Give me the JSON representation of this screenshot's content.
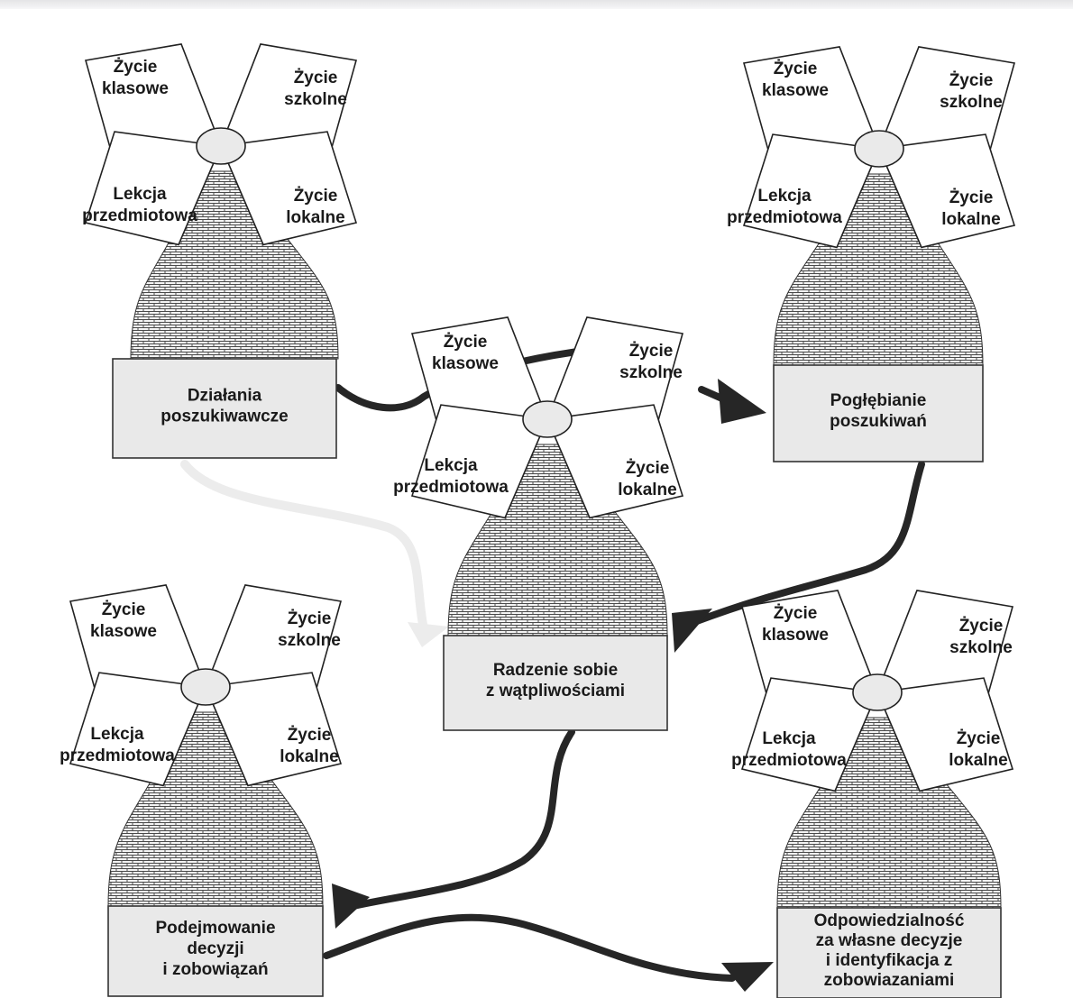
{
  "sail_labels": {
    "top_left": [
      "Życie",
      "klasowe"
    ],
    "top_right": [
      "Życie",
      "szkolne"
    ],
    "bottom_left": [
      "Lekcja",
      "przedmiotowa"
    ],
    "bottom_right": [
      "Życie",
      "lokalne"
    ]
  },
  "windmills": [
    {
      "id": "mill-1",
      "box": [
        "Działania",
        "poszukiwawcze"
      ]
    },
    {
      "id": "mill-2",
      "box": [
        "Pogłębianie",
        "poszukiwań"
      ]
    },
    {
      "id": "mill-3",
      "box": [
        "Radzenie sobie",
        "z wątpliwościami"
      ]
    },
    {
      "id": "mill-4",
      "box": [
        "Podejmowanie",
        "decyzji",
        "i zobowiązań"
      ]
    },
    {
      "id": "mill-5",
      "box": [
        "Odpowiedzialność",
        "za własne decyzje",
        "i identyfikacja z",
        "zobowiazaniami"
      ]
    }
  ],
  "flow": [
    {
      "from": "Działania poszukiwawcze",
      "to": "Pogłębianie poszukiwań"
    },
    {
      "from": "Pogłębianie poszukiwań",
      "to": "Radzenie sobie z wątpliwościami"
    },
    {
      "from": "Działania poszukiwawcze",
      "to": "Radzenie sobie z wątpliwościami",
      "style": "light"
    },
    {
      "from": "Radzenie sobie z wątpliwościami",
      "to": "Podejmowanie decyzji i zobowiązań"
    },
    {
      "from": "Podejmowanie decyzji i zobowiązań",
      "to": "Odpowiedzialność za własne decyzje i identyfikacja z zobowiazaniami"
    }
  ],
  "colors": {
    "ink": "#262626",
    "box_fill": "#e9e9e9",
    "brick": "#4a4a4a",
    "light_arrow": "#ececec"
  }
}
